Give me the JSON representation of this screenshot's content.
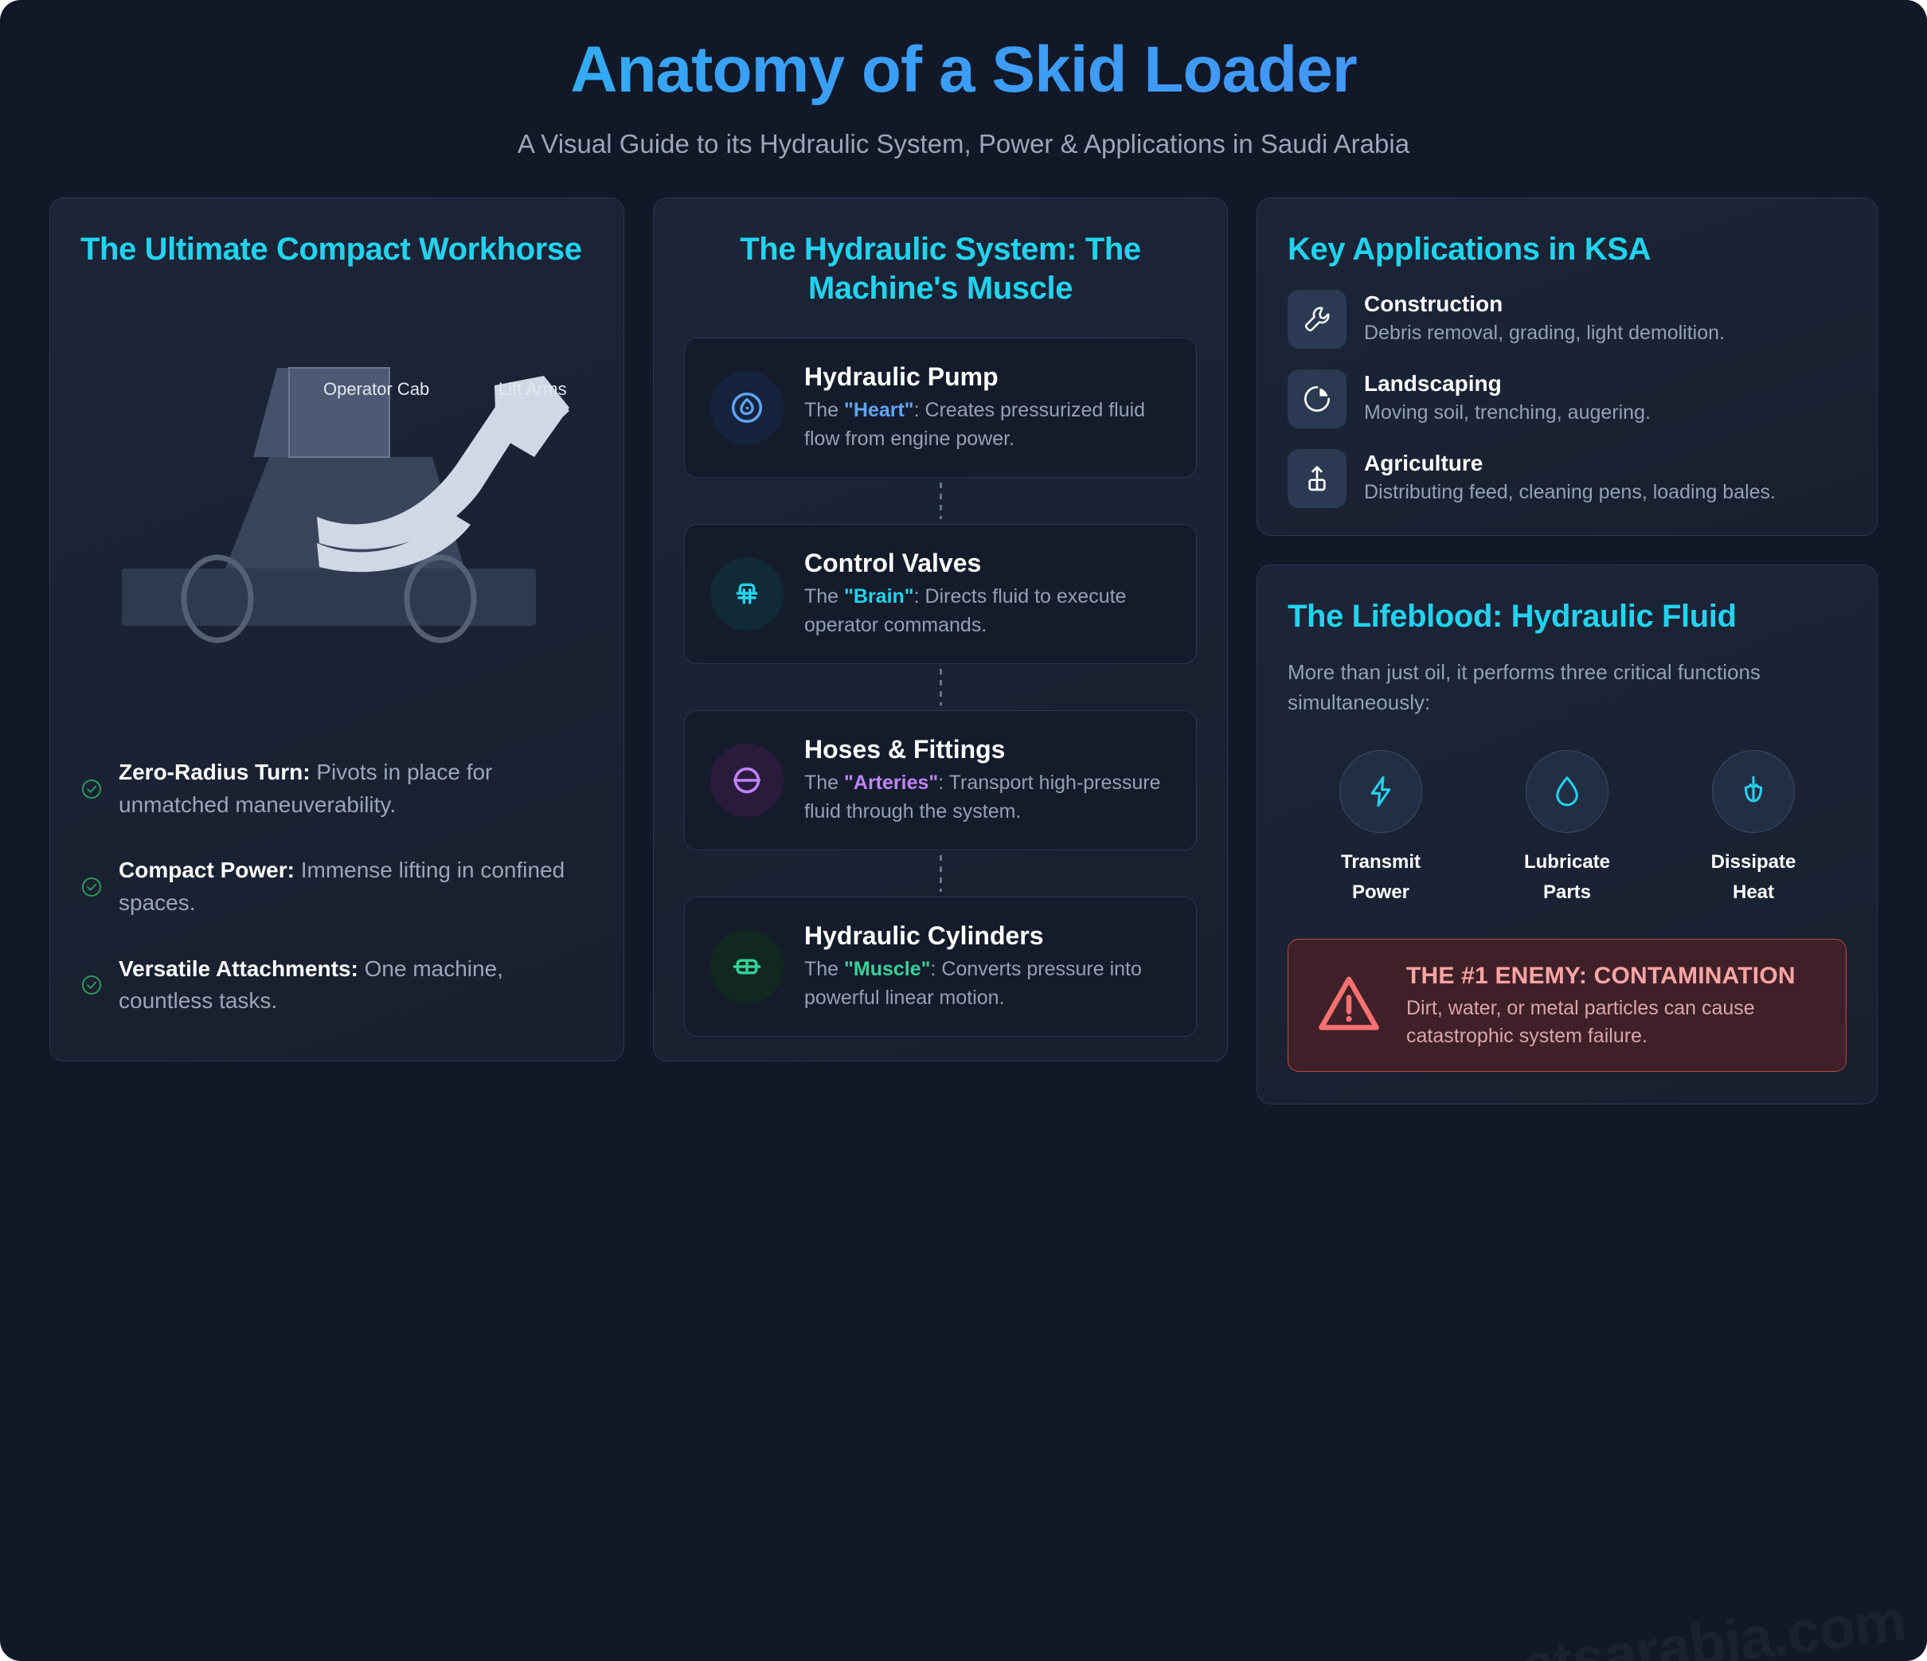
{
  "header": {
    "title": "Anatomy of a Skid Loader",
    "subtitle": "A Visual Guide to its Hydraulic System, Power & Applications in Saudi Arabia"
  },
  "colors": {
    "background": "#111827",
    "panel": "#1c2538",
    "accent_cyan": "#22d3ee",
    "accent_blue": "#3b9ff5",
    "text_muted": "#93a1b4",
    "green": "#34d399",
    "purple": "#c084fc",
    "danger": "#f87171"
  },
  "left_panel": {
    "title": "The Ultimate Compact Workhorse",
    "diagram": {
      "cab_label": "Operator Cab",
      "arm_label": "Lift Arms"
    },
    "bullets": [
      {
        "icon": "check-circle-icon",
        "bold": "Zero-Radius Turn:",
        "text": " Pivots in place for unmatched maneuverability."
      },
      {
        "icon": "check-circle-icon",
        "bold": "Compact Power:",
        "text": " Immense lifting in confined spaces."
      },
      {
        "icon": "check-circle-icon",
        "bold": "Versatile Attachments:",
        "text": " One machine, countless tasks."
      }
    ]
  },
  "middle_panel": {
    "title": "The Hydraulic System: The Machine's Muscle",
    "cards": [
      {
        "title": "Hydraulic Pump",
        "prefix": "The ",
        "keyword": "\"Heart\"",
        "keyword_color": "#60a5fa",
        "suffix": ": Creates pressurized fluid flow from engine power.",
        "icon": "pump-icon",
        "icon_color": "#60a5fa",
        "icon_bg": "#16233d"
      },
      {
        "title": "Control Valves",
        "prefix": "The ",
        "keyword": "\"Brain\"",
        "keyword_color": "#22d3ee",
        "suffix": ": Directs fluid to execute operator commands.",
        "icon": "valve-sliders-icon",
        "icon_color": "#22d3ee",
        "icon_bg": "#102a36"
      },
      {
        "title": "Hoses & Fittings",
        "prefix": "The ",
        "keyword": "\"Arteries\"",
        "keyword_color": "#c084fc",
        "suffix": ": Transport high-pressure fluid through the system.",
        "icon": "hose-circle-icon",
        "icon_color": "#c084fc",
        "icon_bg": "#2a1b3d"
      },
      {
        "title": "Hydraulic Cylinders",
        "prefix": "The ",
        "keyword": "\"Muscle\"",
        "keyword_color": "#34d399",
        "suffix": ": Converts pressure into powerful linear motion.",
        "icon": "cylinder-icon",
        "icon_color": "#34d399",
        "icon_bg": "#10281f"
      }
    ]
  },
  "applications_panel": {
    "title": "Key Applications in KSA",
    "items": [
      {
        "icon": "wrench-icon",
        "title": "Construction",
        "desc": "Debris removal, grading, light demolition."
      },
      {
        "icon": "pie-chart-icon",
        "title": "Landscaping",
        "desc": "Moving soil, trenching, augering."
      },
      {
        "icon": "upload-box-icon",
        "title": "Agriculture",
        "desc": "Distributing feed, cleaning pens, loading bales."
      }
    ]
  },
  "fluid_panel": {
    "title": "The Lifeblood: Hydraulic Fluid",
    "intro": "More than just oil, it performs three critical functions simultaneously:",
    "functions": [
      {
        "icon": "lightning-bolt-icon",
        "line1": "Transmit",
        "line2": "Power"
      },
      {
        "icon": "water-droplet-icon",
        "line1": "Lubricate",
        "line2": "Parts"
      },
      {
        "icon": "thermometer-icon",
        "line1": "Dissipate",
        "line2": "Heat"
      }
    ],
    "warning": {
      "icon": "warning-triangle-icon",
      "title": "THE #1 ENEMY: CONTAMINATION",
      "desc": "Dirt, water, or metal particles can cause catastrophic system failure."
    }
  },
  "watermark": "etsarabia.com"
}
